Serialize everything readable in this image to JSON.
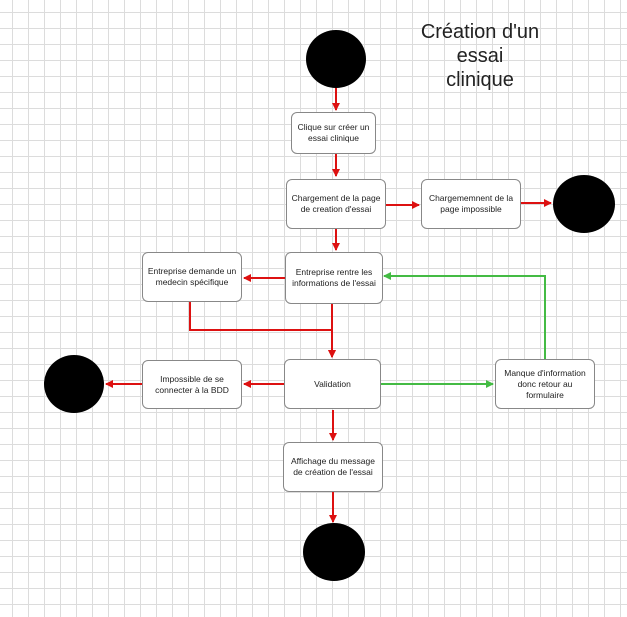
{
  "title": "Création d'un essai clinique",
  "nodes": {
    "clique": "Clique sur créer un essai clinique",
    "chargement": "Chargement de la page de creation d'essai",
    "chargement_impossible": "Chargememnent de la page impossible",
    "entreprise_rentre": "Entreprise rentre les informations de l'essai",
    "entreprise_demande": "Entreprise demande un medecin spécifique",
    "validation": "Validation",
    "impossible_bdd": "Impossible de se connecter à la BDD",
    "manque_information": "Manque d'information donc retour au formulaire",
    "affichage": "Affichage du message de création de l'essai"
  },
  "colors": {
    "arrow_red": "#dd1111",
    "arrow_green": "#44bb44",
    "terminal": "#000000",
    "grid": "#dcdcdc"
  }
}
